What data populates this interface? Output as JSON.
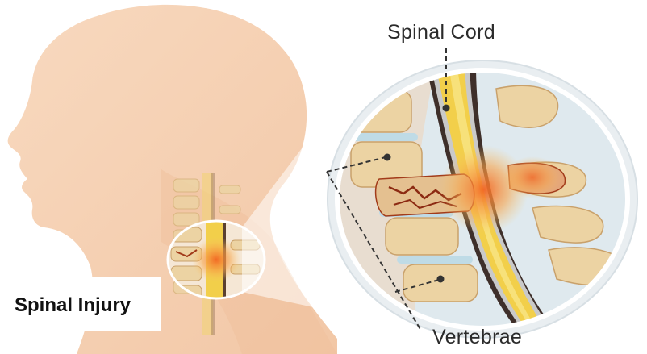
{
  "labels": {
    "spinal_cord": "Spinal Cord",
    "vertebrae": "Vertebrae",
    "caption": "Spinal Injury"
  },
  "colors": {
    "skin": "#f6d2b4",
    "bone": "#ecd3a3",
    "cord": "#f2cf4a",
    "disc": "#bfdbe6",
    "injury": "#e8702f",
    "lens_ring": "#dfe6ea"
  }
}
